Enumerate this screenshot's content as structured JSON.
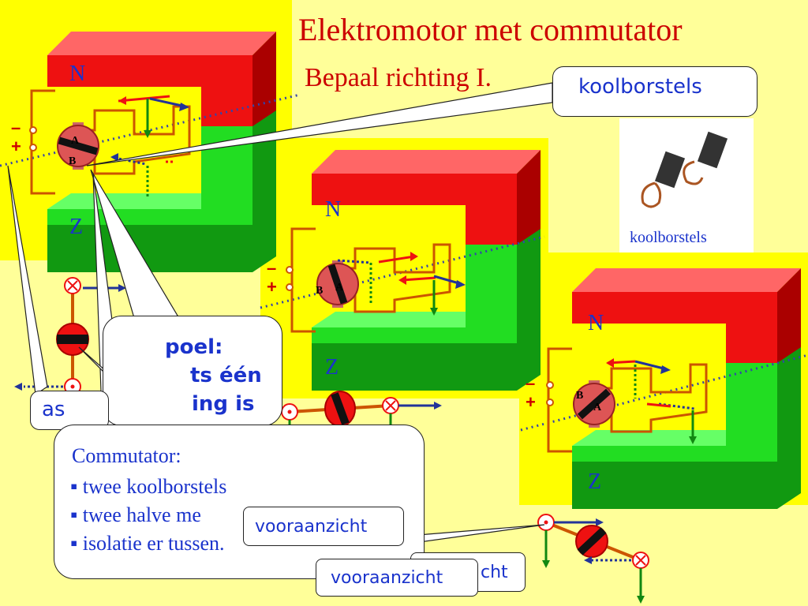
{
  "slide": {
    "title": "Elektromotor met commutator",
    "subtitle": "Bepaal richting I."
  },
  "labels": {
    "koolborstels_callout": "koolborstels",
    "koolborstels_caption": "koolborstels",
    "spoel_fragment": "poel:",
    "ts_een_fragment": "ts één",
    "as_fragment": "as",
    "ing_is_fragment": "ing is",
    "vooraanzicht_1": "vooraanzicht",
    "vooraanzicht_2": "vooraanzicht",
    "cht_fragment": "cht"
  },
  "poles": {
    "north": "N",
    "south": "Z"
  },
  "terminals": {
    "minus": "–",
    "plus": "+"
  },
  "brushes": {
    "a": "A",
    "b": "B"
  },
  "commutator": {
    "heading": "Commutator:",
    "items": [
      "▪ twee koolborstels",
      "▪ twee halve me",
      "▪ isolatie er tussen."
    ]
  },
  "colors": {
    "background": "#ffff99",
    "magnet_north": "#ee1111",
    "magnet_south": "#22dd22",
    "title": "#cc0000",
    "text_blue": "#1a33cc",
    "coil": "#cc5500"
  }
}
